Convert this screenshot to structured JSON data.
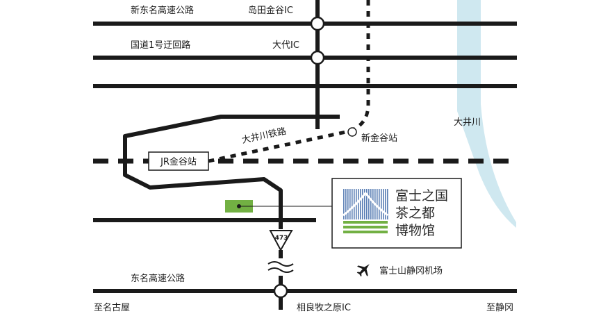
{
  "map": {
    "roads": {
      "shin_tomei": "新东名高速公路",
      "route1_bypass": "国道1号迂回路",
      "tomei": "东名高速公路",
      "oigawa_railway": "大井川铁路",
      "route_number": "473"
    },
    "interchanges": {
      "shimada_kanaya": "岛田金谷IC",
      "daidai": "大代IC",
      "sagara_makinohara": "相良牧之原IC"
    },
    "stations": {
      "jr_kanaya": "JR金谷站",
      "shin_kanaya": "新金谷站"
    },
    "river": "大井川",
    "airport": "富士山静冈机场",
    "museum": {
      "line1": "富士之国",
      "line2": "茶之都",
      "line3": "博物馆"
    },
    "directions": {
      "west": "至名古屋",
      "east": "至静冈"
    },
    "colors": {
      "road": "#1a1a1a",
      "river": "#cfe8f0",
      "museum_marker": "#72b043",
      "logo_stripes": "#5b7fb5",
      "logo_band": "#72b043"
    }
  }
}
